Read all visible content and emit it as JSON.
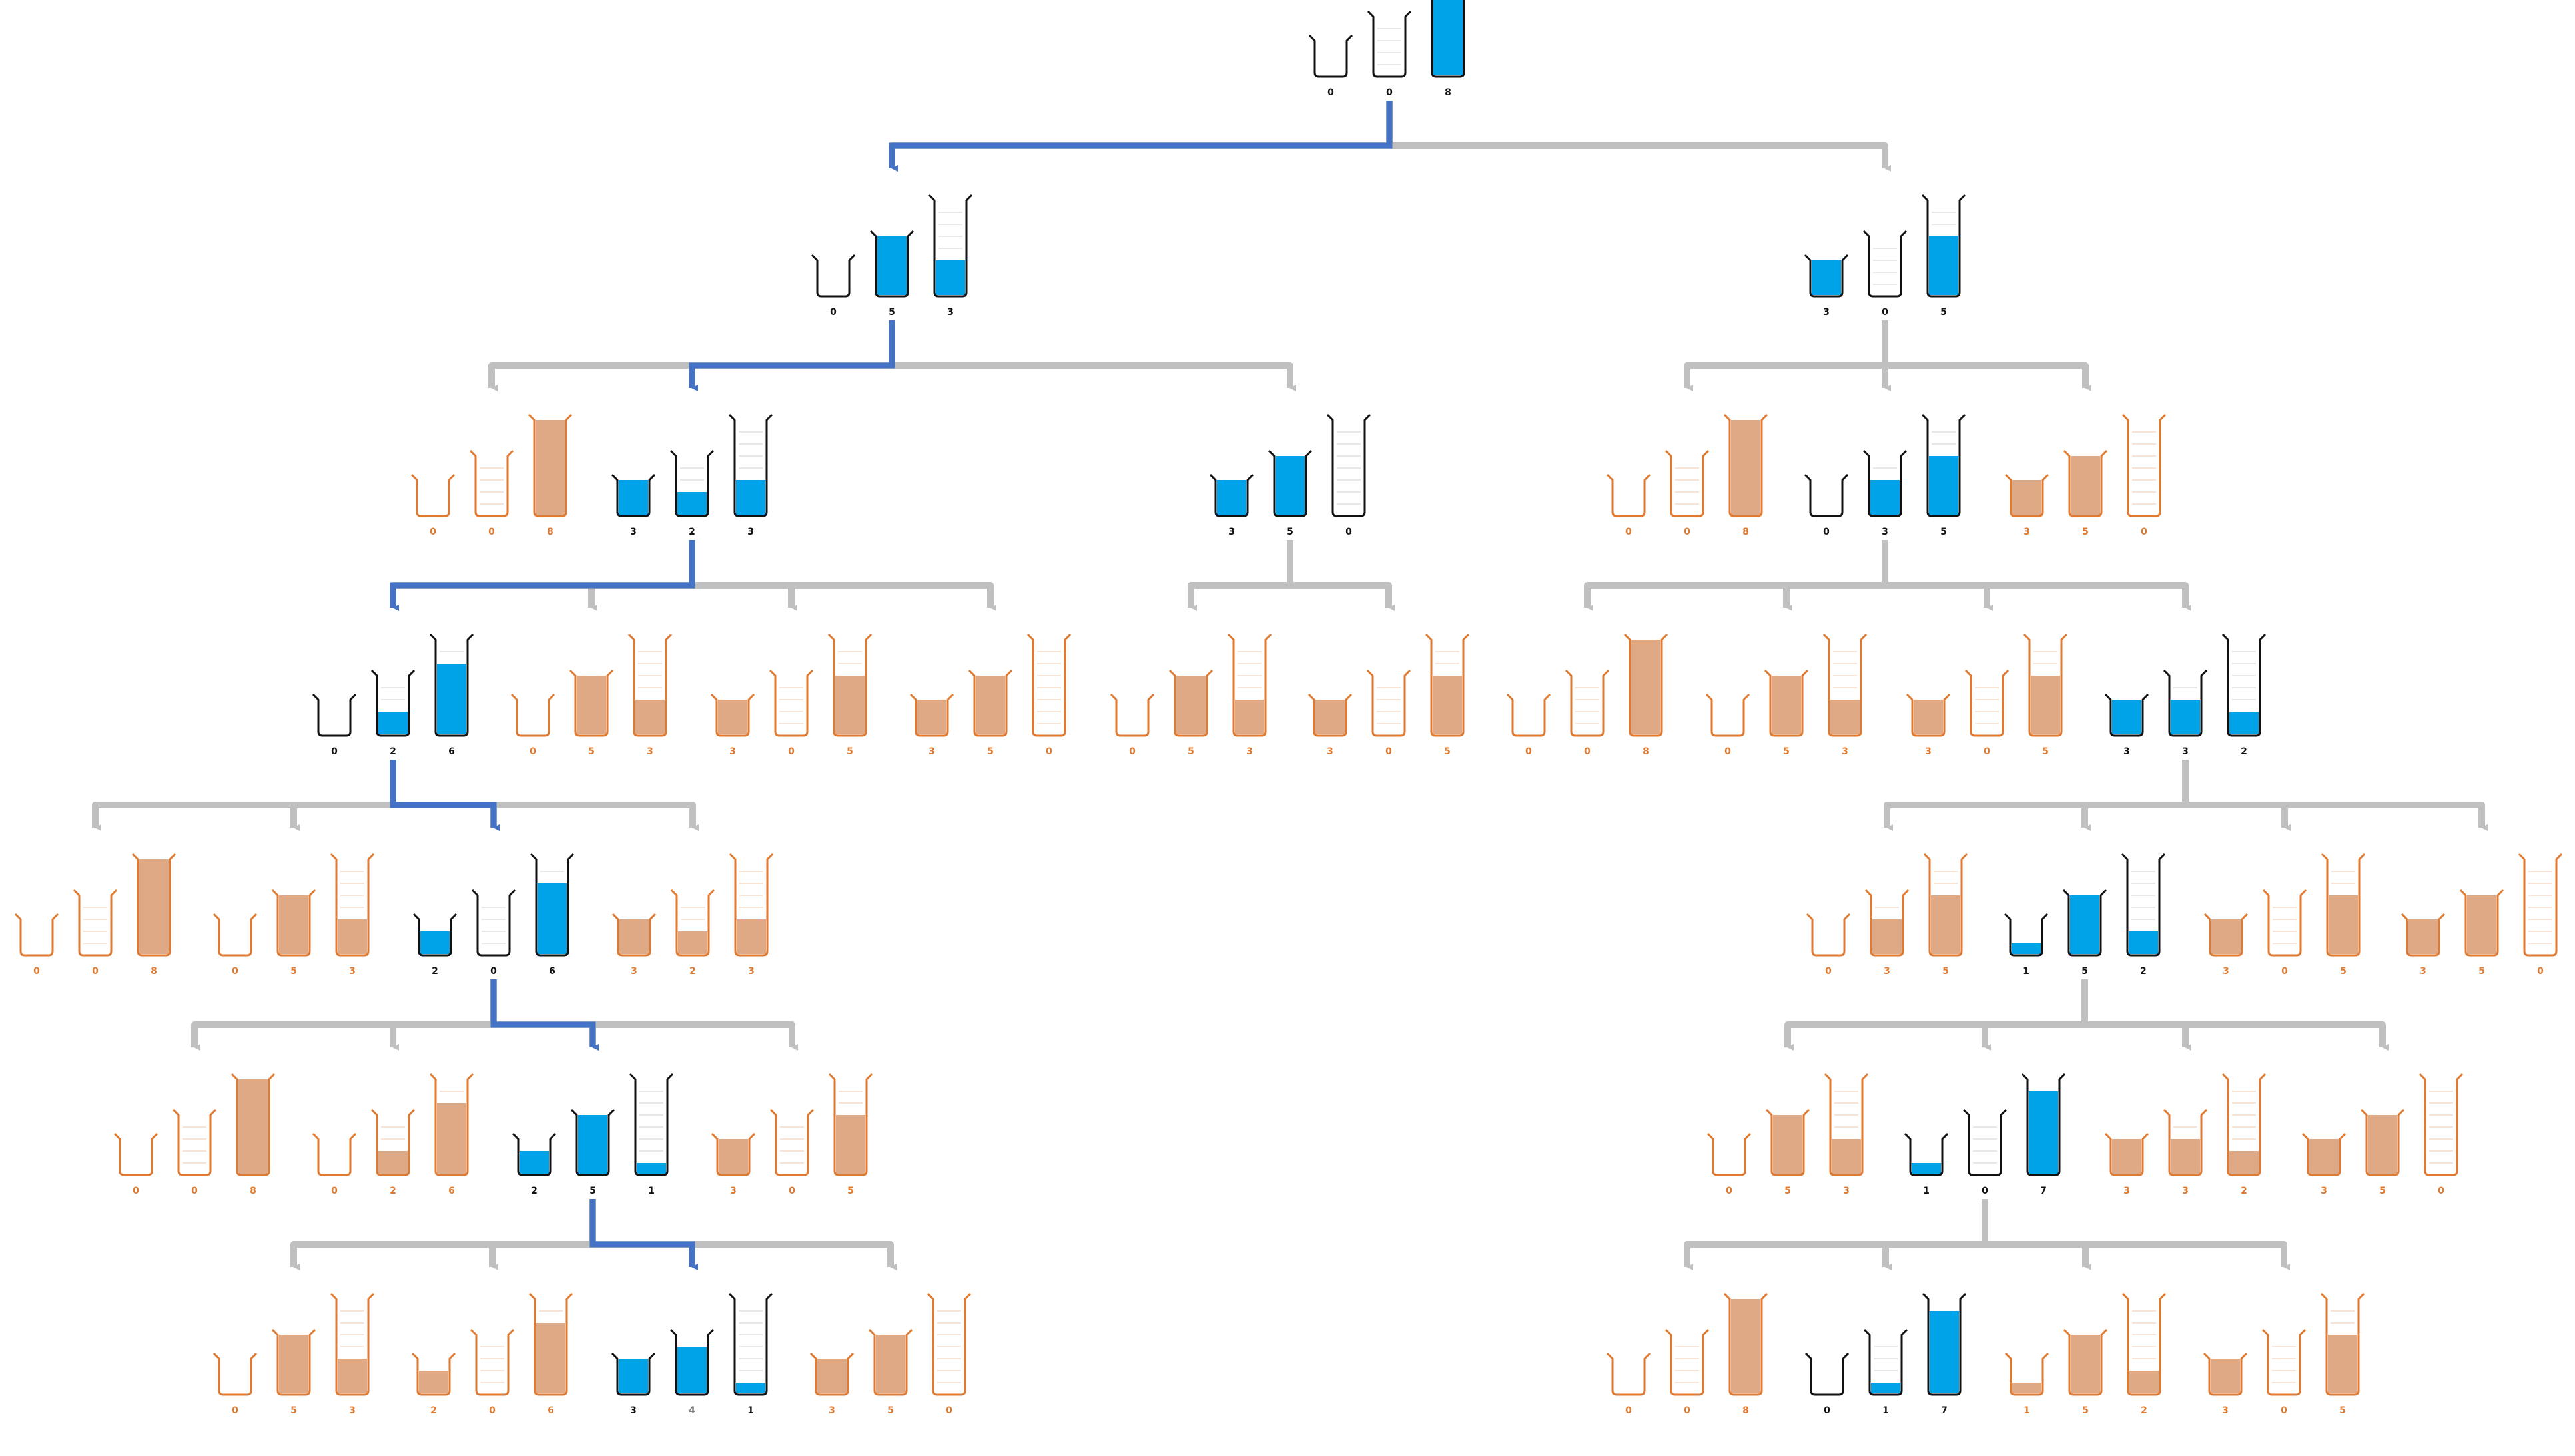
{
  "colors": {
    "active_fill": "#00a2e8",
    "active_outline": "#111111",
    "dead_fill": "#e0a985",
    "dead_outline": "#e07a30",
    "edge": "#c0c0c0",
    "path": "#4472c4"
  },
  "capacities": [
    3,
    5,
    8
  ],
  "nodes": [
    {
      "id": "n0",
      "state": [
        0,
        0,
        8
      ],
      "kind": "active",
      "labels": [
        "0",
        "0",
        "8"
      ]
    },
    {
      "id": "a1",
      "state": [
        0,
        5,
        3
      ],
      "kind": "active",
      "labels": [
        "0",
        "5",
        "3"
      ]
    },
    {
      "id": "b1",
      "state": [
        3,
        0,
        5
      ],
      "kind": "active",
      "labels": [
        "3",
        "0",
        "5"
      ]
    },
    {
      "id": "a2a",
      "state": [
        0,
        0,
        8
      ],
      "kind": "dead",
      "labels": [
        "0",
        "0",
        "8"
      ]
    },
    {
      "id": "a2b",
      "state": [
        3,
        2,
        3
      ],
      "kind": "active",
      "labels": [
        "3",
        "2",
        "3"
      ]
    },
    {
      "id": "a2c",
      "state": [
        3,
        5,
        0
      ],
      "kind": "active",
      "labels": [
        "3",
        "5",
        "0"
      ]
    },
    {
      "id": "b2a",
      "state": [
        0,
        0,
        8
      ],
      "kind": "dead",
      "labels": [
        "0",
        "0",
        "8"
      ]
    },
    {
      "id": "b2b",
      "state": [
        0,
        3,
        5
      ],
      "kind": "active",
      "labels": [
        "0",
        "3",
        "5"
      ]
    },
    {
      "id": "b2c",
      "state": [
        3,
        5,
        0
      ],
      "kind": "dead",
      "labels": [
        "3",
        "5",
        "0"
      ]
    },
    {
      "id": "a3a",
      "state": [
        0,
        2,
        6
      ],
      "kind": "active",
      "labels": [
        "0",
        "2",
        "6"
      ]
    },
    {
      "id": "a3b",
      "state": [
        0,
        5,
        3
      ],
      "kind": "dead",
      "labels": [
        "0",
        "5",
        "3"
      ]
    },
    {
      "id": "a3c",
      "state": [
        3,
        0,
        5
      ],
      "kind": "dead",
      "labels": [
        "3",
        "0",
        "5"
      ]
    },
    {
      "id": "a3d",
      "state": [
        3,
        5,
        0
      ],
      "kind": "dead",
      "labels": [
        "3",
        "5",
        "0"
      ]
    },
    {
      "id": "c3a",
      "state": [
        0,
        5,
        3
      ],
      "kind": "dead",
      "labels": [
        "0",
        "5",
        "3"
      ]
    },
    {
      "id": "c3b",
      "state": [
        3,
        0,
        5
      ],
      "kind": "dead",
      "labels": [
        "3",
        "0",
        "5"
      ]
    },
    {
      "id": "b3a",
      "state": [
        0,
        0,
        8
      ],
      "kind": "dead",
      "labels": [
        "0",
        "0",
        "8"
      ]
    },
    {
      "id": "b3b",
      "state": [
        0,
        5,
        3
      ],
      "kind": "dead",
      "labels": [
        "0",
        "5",
        "3"
      ]
    },
    {
      "id": "b3c",
      "state": [
        3,
        0,
        5
      ],
      "kind": "dead",
      "labels": [
        "3",
        "0",
        "5"
      ]
    },
    {
      "id": "b3d",
      "state": [
        3,
        3,
        2
      ],
      "kind": "active",
      "labels": [
        "3",
        "3",
        "2"
      ]
    },
    {
      "id": "a4a",
      "state": [
        0,
        0,
        8
      ],
      "kind": "dead",
      "labels": [
        "0",
        "0",
        "8"
      ]
    },
    {
      "id": "a4b",
      "state": [
        0,
        5,
        3
      ],
      "kind": "dead",
      "labels": [
        "0",
        "5",
        "3"
      ]
    },
    {
      "id": "a4c",
      "state": [
        2,
        0,
        6
      ],
      "kind": "active",
      "labels": [
        "2",
        "0",
        "6"
      ]
    },
    {
      "id": "a4d",
      "state": [
        3,
        2,
        3
      ],
      "kind": "dead",
      "labels": [
        "3",
        "2",
        "3"
      ]
    },
    {
      "id": "b4a",
      "state": [
        0,
        3,
        5
      ],
      "kind": "dead",
      "labels": [
        "0",
        "3",
        "5"
      ]
    },
    {
      "id": "b4b",
      "state": [
        1,
        5,
        2
      ],
      "kind": "active",
      "labels": [
        "1",
        "5",
        "2"
      ]
    },
    {
      "id": "b4c",
      "state": [
        3,
        0,
        5
      ],
      "kind": "dead",
      "labels": [
        "3",
        "0",
        "5"
      ]
    },
    {
      "id": "b4d",
      "state": [
        3,
        5,
        0
      ],
      "kind": "dead",
      "labels": [
        "3",
        "5",
        "0"
      ]
    },
    {
      "id": "a5a",
      "state": [
        0,
        0,
        8
      ],
      "kind": "dead",
      "labels": [
        "0",
        "0",
        "8"
      ]
    },
    {
      "id": "a5b",
      "state": [
        0,
        2,
        6
      ],
      "kind": "dead",
      "labels": [
        "0",
        "2",
        "6"
      ]
    },
    {
      "id": "a5c",
      "state": [
        2,
        5,
        1
      ],
      "kind": "active",
      "labels": [
        "2",
        "5",
        "1"
      ]
    },
    {
      "id": "a5d",
      "state": [
        3,
        0,
        5
      ],
      "kind": "dead",
      "labels": [
        "3",
        "0",
        "5"
      ]
    },
    {
      "id": "b5a",
      "state": [
        0,
        5,
        3
      ],
      "kind": "dead",
      "labels": [
        "0",
        "5",
        "3"
      ]
    },
    {
      "id": "b5b",
      "state": [
        1,
        0,
        7
      ],
      "kind": "active",
      "labels": [
        "1",
        "0",
        "7"
      ]
    },
    {
      "id": "b5c",
      "state": [
        3,
        3,
        2
      ],
      "kind": "dead",
      "labels": [
        "3",
        "3",
        "2"
      ]
    },
    {
      "id": "b5d",
      "state": [
        3,
        5,
        0
      ],
      "kind": "dead",
      "labels": [
        "3",
        "5",
        "0"
      ]
    },
    {
      "id": "a6a",
      "state": [
        0,
        5,
        3
      ],
      "kind": "dead",
      "labels": [
        "0",
        "5",
        "3"
      ]
    },
    {
      "id": "a6b",
      "state": [
        2,
        0,
        6
      ],
      "kind": "dead",
      "labels": [
        "2",
        "0",
        "6"
      ]
    },
    {
      "id": "a6c",
      "state": [
        3,
        4,
        1
      ],
      "kind": "solution",
      "labels": [
        "3",
        "4",
        "1"
      ]
    },
    {
      "id": "a6d",
      "state": [
        3,
        5,
        0
      ],
      "kind": "dead",
      "labels": [
        "3",
        "5",
        "0"
      ]
    },
    {
      "id": "b6a",
      "state": [
        0,
        0,
        8
      ],
      "kind": "dead",
      "labels": [
        "0",
        "0",
        "8"
      ]
    },
    {
      "id": "b6b",
      "state": [
        0,
        1,
        7
      ],
      "kind": "active",
      "labels": [
        "0",
        "1",
        "7"
      ]
    },
    {
      "id": "b6c",
      "state": [
        1,
        5,
        2
      ],
      "kind": "dead",
      "labels": [
        "1",
        "5",
        "2"
      ]
    },
    {
      "id": "b6d",
      "state": [
        3,
        0,
        5
      ],
      "kind": "dead",
      "labels": [
        "3",
        "0",
        "5"
      ]
    }
  ],
  "edges": [
    {
      "from": "n0",
      "to": [
        "a1",
        "b1"
      ],
      "path": "a1"
    },
    {
      "from": "a1",
      "to": [
        "a2a",
        "a2b",
        "a2c"
      ],
      "path": "a2b"
    },
    {
      "from": "b1",
      "to": [
        "b2a",
        "b2b",
        "b2c"
      ],
      "path": null
    },
    {
      "from": "a2b",
      "to": [
        "a3a",
        "a3b",
        "a3c",
        "a3d"
      ],
      "path": "a3a"
    },
    {
      "from": "a2c",
      "to": [
        "c3a",
        "c3b"
      ],
      "path": null
    },
    {
      "from": "b2b",
      "to": [
        "b3a",
        "b3b",
        "b3c",
        "b3d"
      ],
      "path": null
    },
    {
      "from": "a3a",
      "to": [
        "a4a",
        "a4b",
        "a4c",
        "a4d"
      ],
      "path": "a4c"
    },
    {
      "from": "b3d",
      "to": [
        "b4a",
        "b4b",
        "b4c",
        "b4d"
      ],
      "path": null
    },
    {
      "from": "a4c",
      "to": [
        "a5a",
        "a5b",
        "a5c",
        "a5d"
      ],
      "path": "a5c"
    },
    {
      "from": "b4b",
      "to": [
        "b5a",
        "b5b",
        "b5c",
        "b5d"
      ],
      "path": null
    },
    {
      "from": "a5c",
      "to": [
        "a6a",
        "a6b",
        "a6c",
        "a6d"
      ],
      "path": "a6c"
    },
    {
      "from": "b5b",
      "to": [
        "b6a",
        "b6b",
        "b6c",
        "b6d"
      ],
      "path": null
    }
  ]
}
